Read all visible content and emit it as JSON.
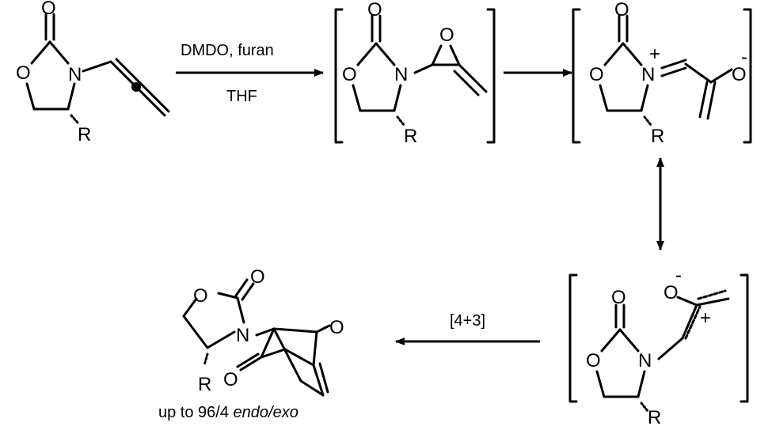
{
  "arrows": {
    "step1_reagents": "DMDO, furan",
    "step1_solvent": "THF",
    "cycloaddition_label": "[4+3]"
  },
  "atoms": {
    "O": "O",
    "N": "N",
    "R": "R"
  },
  "charges": {
    "plus": "+",
    "minus": "-"
  },
  "product": {
    "selectivity_prefix": "up to 96/4 ",
    "selectivity_ratio": "endo/exo"
  }
}
